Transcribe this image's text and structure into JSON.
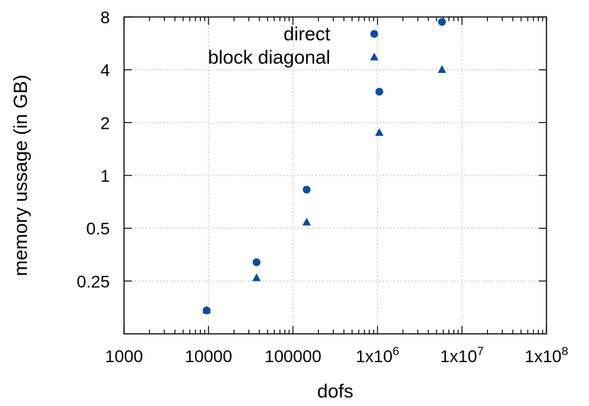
{
  "chart_data": {
    "type": "scatter",
    "xlabel": "dofs",
    "ylabel": "memory ussage (in GB)",
    "x_scale": "log",
    "y_scale": "log",
    "xlim": [
      1000,
      100000000
    ],
    "ylim": [
      0.125,
      8
    ],
    "x_ticks": [
      {
        "value": 1000,
        "label": "1000"
      },
      {
        "value": 10000,
        "label": "10000"
      },
      {
        "value": 100000,
        "label": "100000"
      },
      {
        "value": 1000000,
        "label": "1x10",
        "sup": "6"
      },
      {
        "value": 10000000,
        "label": "1x10",
        "sup": "7"
      },
      {
        "value": 100000000,
        "label": "1x10",
        "sup": "8"
      }
    ],
    "y_ticks": [
      {
        "value": 0.25,
        "label": "0.25"
      },
      {
        "value": 0.5,
        "label": "0.5"
      },
      {
        "value": 1,
        "label": "1"
      },
      {
        "value": 2,
        "label": "2"
      },
      {
        "value": 4,
        "label": "4"
      },
      {
        "value": 8,
        "label": "8"
      }
    ],
    "grid": true,
    "legend_position": "top-right",
    "series": [
      {
        "name": "direct",
        "marker": "circle",
        "color": "#0b4f9c",
        "points": [
          {
            "x": 9500,
            "y": 0.17
          },
          {
            "x": 37000,
            "y": 0.32
          },
          {
            "x": 145000,
            "y": 0.83
          },
          {
            "x": 1050000,
            "y": 3.0
          },
          {
            "x": 5800000,
            "y": 7.5
          }
        ]
      },
      {
        "name": "block diagonal",
        "marker": "triangle",
        "color": "#0b4f9c",
        "points": [
          {
            "x": 9500,
            "y": 0.17
          },
          {
            "x": 37000,
            "y": 0.26
          },
          {
            "x": 145000,
            "y": 0.54
          },
          {
            "x": 1050000,
            "y": 1.75
          },
          {
            "x": 5800000,
            "y": 4.0
          }
        ]
      }
    ]
  }
}
